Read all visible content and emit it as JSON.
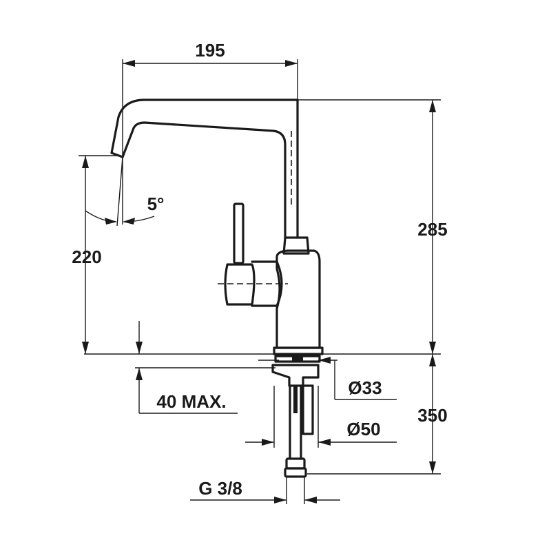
{
  "dimensions": {
    "spout_reach": "195",
    "total_height": "285",
    "spout_height": "220",
    "spout_angle": "5°",
    "deck_thickness": "40 MAX.",
    "hole_diameter": "Ø33",
    "base_diameter": "Ø50",
    "below_deck_length": "350",
    "connection_thread": "G 3/8"
  },
  "colors": {
    "line": "#1a1a1a",
    "background": "#ffffff"
  }
}
